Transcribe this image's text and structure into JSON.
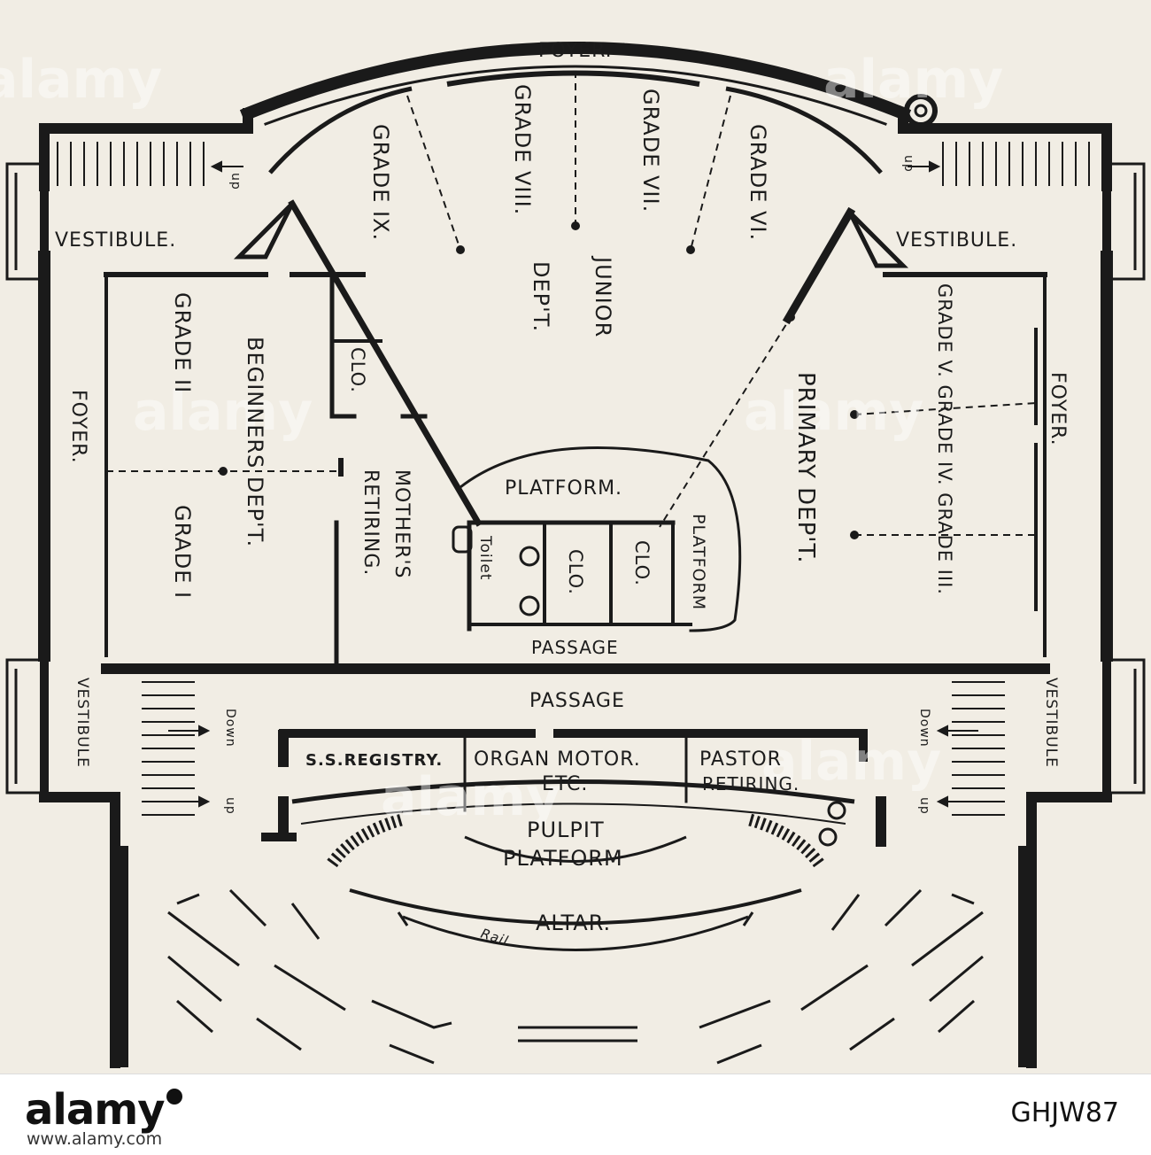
{
  "labels": {
    "foyer_top": "FOYER.",
    "foyer_left": "FOYER.",
    "foyer_right": "FOYER.",
    "vestibule_left": "VESTIBULE.",
    "vestibule_right": "VESTIBULE.",
    "vestibule_lower_left": "VESTIBULE",
    "vestibule_lower_right": "VESTIBULE",
    "grade_9": "GRADE IX.",
    "grade_8": "GRADE VIII.",
    "grade_7": "GRADE VII.",
    "grade_6": "GRADE VI.",
    "junior_1": "JUNIOR",
    "junior_2": "DEP'T.",
    "clo_left": "CLO.",
    "grade_2": "GRADE II",
    "beginners": "BEGINNERS DEP'T.",
    "grade_1": "GRADE I",
    "mothers_1": "MOTHER'S",
    "mothers_2": "RETIRING.",
    "platform_1": "PLATFORM.",
    "platform_2": "PLATFORM",
    "toilet": "Toilet",
    "clo_mid": "CLO.",
    "clo_right": "CLO.",
    "passage_upper": "PASSAGE",
    "passage_main": "PASSAGE",
    "primary": "PRIMARY DEP'T.",
    "grades_right": "GRADE V. GRADE IV. GRADE III.",
    "ss_registry": "S.S.REGISTRY.",
    "organ_1": "ORGAN MOTOR.",
    "organ_2": "ETC.",
    "pastor_1": "PASTOR",
    "pastor_2": "RETIRING.",
    "pulpit_1": "PULPIT",
    "pulpit_2": "PLATFORM",
    "altar": "ALTAR.",
    "rail": "Rail",
    "up_1": "up",
    "up_2": "up",
    "up_3": "up",
    "up_4": "up",
    "down_1": "Down",
    "down_2": "Down"
  },
  "watermark": {
    "brand": "alamy"
  },
  "footer": {
    "brand": "alamy",
    "image_id": "GHJW87",
    "url": "www.alamy.com"
  }
}
